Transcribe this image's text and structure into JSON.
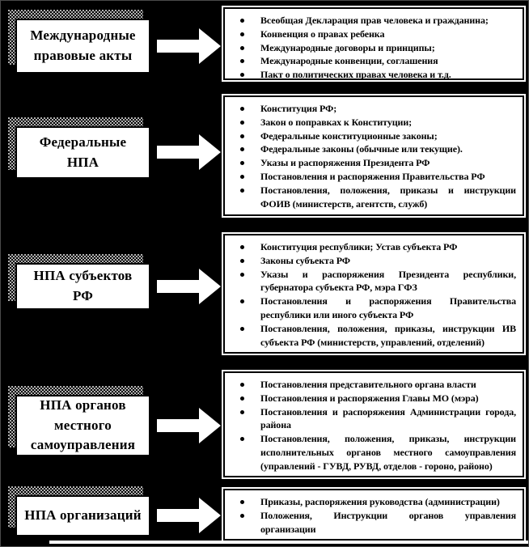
{
  "diagram": {
    "title": "",
    "colors": {
      "background": "#000000",
      "box_fill": "#ffffff",
      "box_border": "#000000",
      "text": "#000000",
      "arrow_fill": "#ffffff",
      "shadow_gray": "#b2b2b2"
    },
    "arrow_icon": "block-arrow-right",
    "rows": [
      {
        "label": "Международные правовые акты",
        "items": [
          "Всеобщая Декларация прав человека и гражданина;",
          "Конвенция о правах ребенка",
          "Международные договоры и принципы;",
          "Международные конвенции, соглашения",
          "Пакт о политических правах человека и т.д."
        ]
      },
      {
        "label": "Федеральные НПА",
        "items": [
          "Конституция РФ;",
          "Закон о поправках к Конституции;",
          "Федеральные конституционные законы;",
          "Федеральные законы (обычные или текущие).",
          "Указы и распоряжения Президента РФ",
          "Постановления и распоряжения Правительства РФ",
          "Постановления, положения, приказы и инструкции ФОИВ (министерств, агентств, служб)"
        ]
      },
      {
        "label": "НПА субъектов РФ",
        "items": [
          "Конституция республики; Устав субъекта РФ",
          "Законы субъекта РФ",
          "Указы и распоряжения Президента республики, губернатора субъекта РФ, мэра ГФЗ",
          "Постановления и распоряжения Правительства республики или иного субъекта РФ",
          "Постановления, положения, приказы, инструкции ИВ субъекта РФ (министерств, управлений, отделений)"
        ]
      },
      {
        "label": "НПА органов местного самоуправления",
        "items": [
          "Постановления представительного органа власти",
          "Постановления и распоряжения Главы МО (мэра)",
          "Постановления и распоряжения Администрации города, района",
          "Постановления, положения, приказы, инструкции исполнительных органов местного самоуправления (управлений - ГУВД, РУВД, отделов - гороно, районо)"
        ]
      },
      {
        "label": "НПА организаций",
        "items": [
          "Приказы, распоряжения руководства (администрации)",
          "Положения, Инструкции органов управления организации"
        ]
      }
    ]
  }
}
